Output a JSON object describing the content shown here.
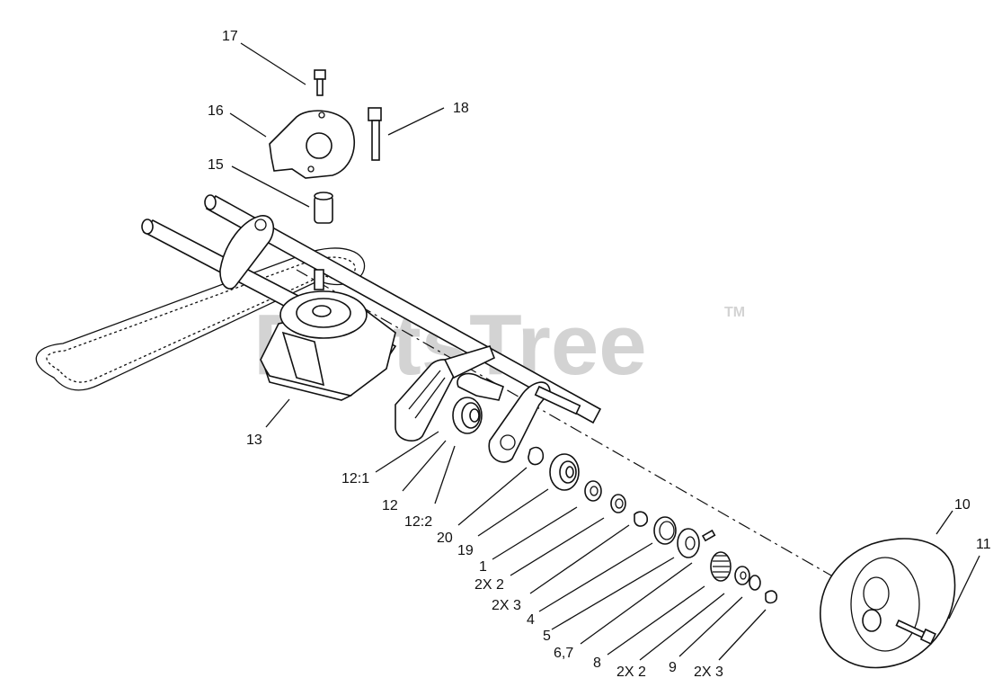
{
  "watermark": {
    "text": "PartsTree",
    "tm": "TM"
  },
  "callouts": {
    "c17": "17",
    "c16": "16",
    "c18": "18",
    "c15": "15",
    "c13": "13",
    "c12_1": "12:1",
    "c12": "12",
    "c12_2": "12:2",
    "c20": "20",
    "c19": "19",
    "c1": "1",
    "c2x2a": "2X 2",
    "c2x3a": "2X 3",
    "c4": "4",
    "c5": "5",
    "c67": "6,7",
    "c8": "8",
    "c2x2b": "2X 2",
    "c9": "9",
    "c2x3b": "2X 3",
    "c10": "10",
    "c11": "11"
  }
}
